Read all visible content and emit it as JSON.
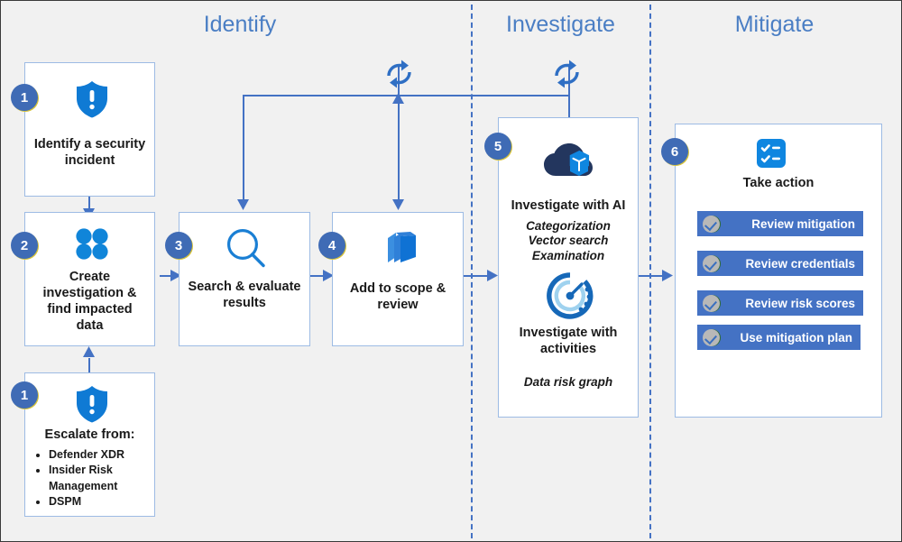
{
  "diagram": {
    "background_color": "#f1f1f1",
    "accent_color": "#4472c4",
    "phases": [
      {
        "id": "identify",
        "label": "Identify"
      },
      {
        "id": "investigate",
        "label": "Investigate"
      },
      {
        "id": "mitigate",
        "label": "Mitigate"
      }
    ],
    "cards": [
      {
        "id": "identify-incident",
        "number": "1",
        "icon": "shield-exclamation-icon",
        "title": "Identify a security\nincident"
      },
      {
        "id": "create-investigation",
        "number": "2",
        "icon": "four-dots-icon",
        "title": "Create\ninvestigation &\nfind impacted\ndata"
      },
      {
        "id": "escalate-from",
        "number": "1",
        "icon": "shield-exclamation-icon",
        "title": "Escalate from:",
        "bullets": [
          "Defender XDR",
          "Insider Risk Management",
          "DSPM"
        ]
      },
      {
        "id": "search-evaluate",
        "number": "3",
        "icon": "magnifier-icon",
        "title": "Search & evaluate\nresults"
      },
      {
        "id": "add-to-scope",
        "number": "4",
        "icon": "layers-icon",
        "title": "Add to scope &\nreview"
      },
      {
        "id": "investigate-card",
        "number": "5",
        "icon_ai": "cloud-cube-ai-icon",
        "title_ai": "Investigate with AI",
        "sub_ai": "Categorization\nVector search\nExamination",
        "icon_activities": "activity-gauge-icon",
        "title_activities": "Investigate with\nactivities",
        "sub_activities": "Data risk graph"
      },
      {
        "id": "take-action",
        "number": "6",
        "icon": "checklist-icon",
        "title": "Take action",
        "actions": [
          {
            "id": "review-mitigation",
            "label": "Review mitigation",
            "icon": "check-circle-icon"
          },
          {
            "id": "review-credentials",
            "label": "Review credentials",
            "icon": "check-circle-icon"
          },
          {
            "id": "review-risk-scores",
            "label": "Review risk scores",
            "icon": "check-circle-icon"
          },
          {
            "id": "use-mitigation-plan",
            "label": "Use mitigation plan",
            "icon": "check-circle-icon"
          }
        ]
      }
    ],
    "loop_icons": [
      {
        "id": "loop-scope",
        "icon": "refresh-loop-icon"
      },
      {
        "id": "loop-investigate",
        "icon": "refresh-loop-icon"
      }
    ]
  }
}
